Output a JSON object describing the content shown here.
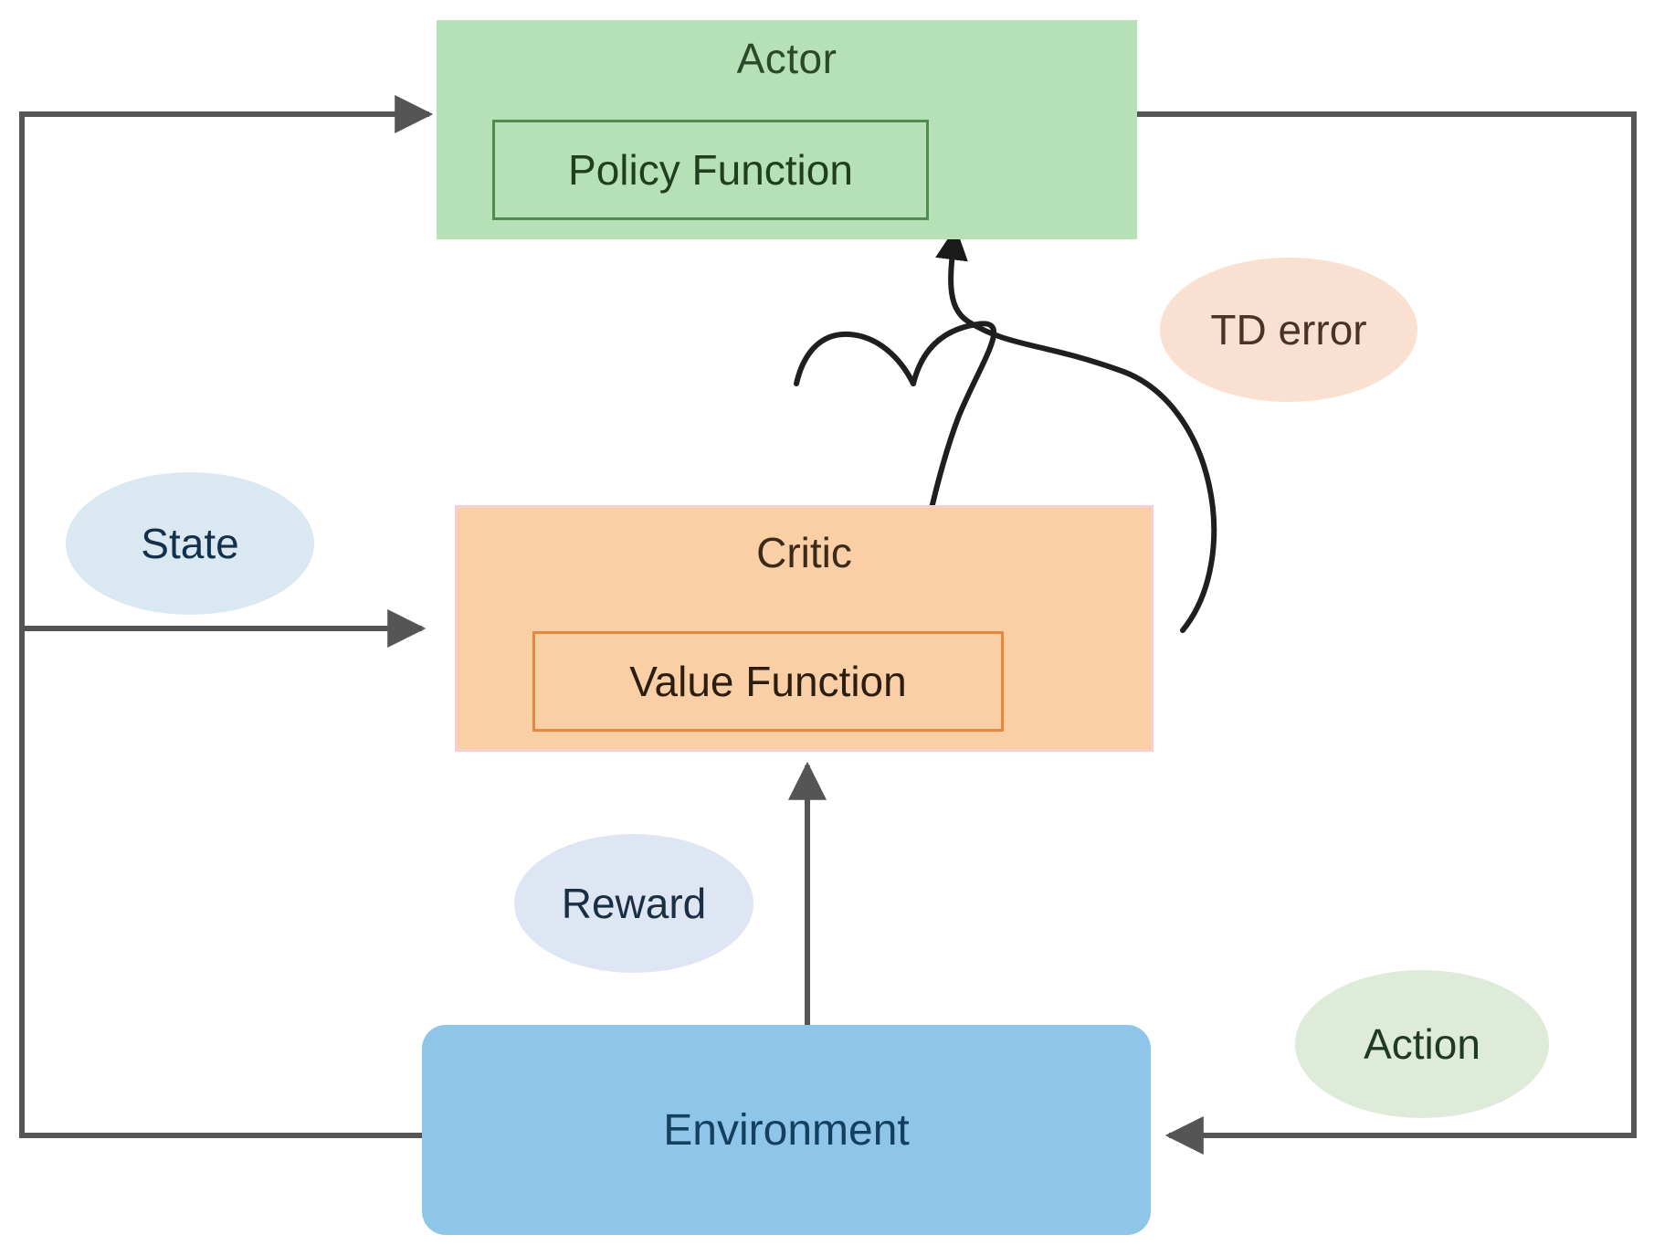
{
  "diagram": {
    "title": "Actor-Critic reinforcement learning architecture",
    "colors": {
      "actor_fill": "#b6e0b6",
      "actor_inner_border": "#4f8a4f",
      "critic_fill": "#fbcfa5",
      "critic_outer_border": "#f7cfd0",
      "critic_inner_border": "#e8883c",
      "environment_fill": "#8fc5e8",
      "state_fill": "#dae8f2",
      "reward_fill": "#dde6f2",
      "td_error_fill": "#fae0d0",
      "action_fill": "#dfebd9",
      "arrow_stroke": "#555555",
      "curve_stroke": "#222222"
    },
    "nodes": {
      "actor": {
        "label": "Actor",
        "inner_label": "Policy  Function"
      },
      "critic": {
        "label": "Critic",
        "inner_label": "Value Function"
      },
      "environment": {
        "label": "Environment"
      }
    },
    "labels": {
      "state": "State",
      "reward": "Reward",
      "td_error": "TD error",
      "action": "Action"
    },
    "edges": [
      {
        "name": "environment-to-actor-state",
        "from": "Environment",
        "to": "Actor",
        "label": "State"
      },
      {
        "name": "environment-to-critic-state",
        "from": "Environment",
        "to": "Critic",
        "label": "State"
      },
      {
        "name": "environment-to-critic-reward",
        "from": "Environment",
        "to": "Critic",
        "label": "Reward"
      },
      {
        "name": "actor-to-environment-action",
        "from": "Actor",
        "to": "Environment",
        "label": "Action"
      },
      {
        "name": "critic-to-actor-td-error",
        "from": "Critic",
        "to": "Actor",
        "label": "TD error"
      },
      {
        "name": "td-error-to-value-function",
        "from": "TD error",
        "to": "Value Function",
        "label": "TD error"
      }
    ]
  }
}
